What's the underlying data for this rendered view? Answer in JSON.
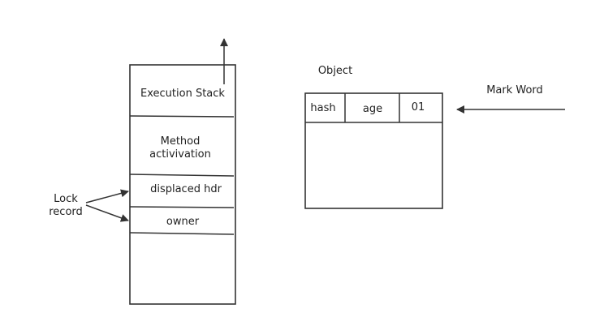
{
  "stack": {
    "execution_stack": "Execution Stack",
    "method_line1": "Method",
    "method_line2": "activivation",
    "displaced_hdr": "displaced hdr",
    "owner": "owner"
  },
  "lock_record": {
    "line1": "Lock",
    "line2": "record"
  },
  "object": {
    "title": "Object",
    "cells": [
      "hash",
      "age",
      "01"
    ]
  },
  "mark_word": "Mark Word"
}
